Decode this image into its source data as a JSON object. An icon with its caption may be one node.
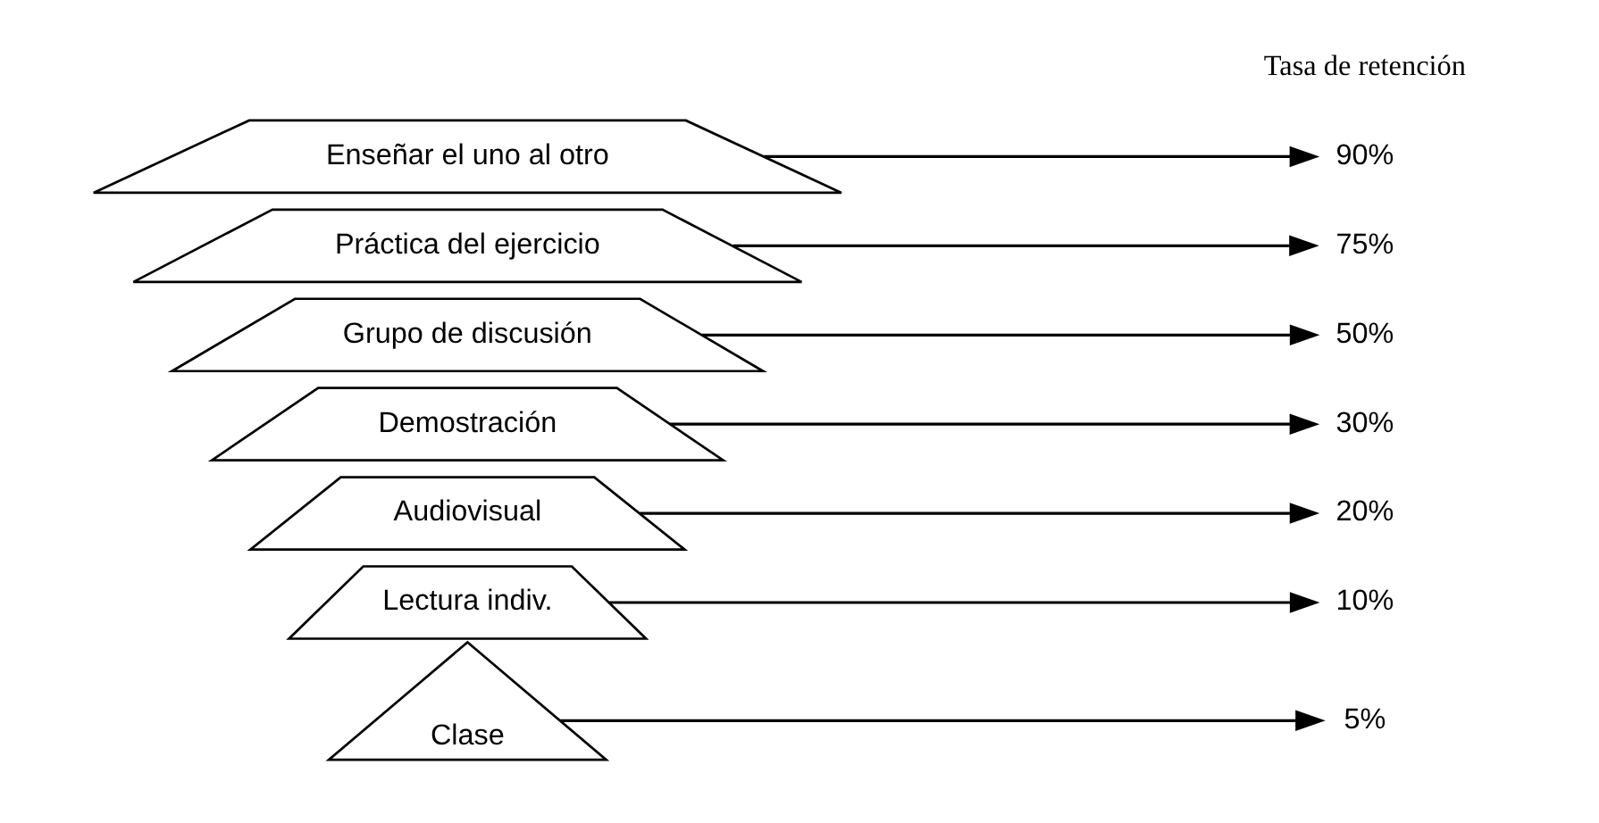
{
  "diagram": {
    "nodes": [
      {
        "text": [
          "Clase"
        ]
      },
      {
        "text": [
          "Lectura indiv."
        ]
      },
      {
        "text": [
          "Audiovisual"
        ]
      },
      {
        "text": [
          "Demostración"
        ]
      },
      {
        "text": [
          "Grupo de discusión"
        ]
      },
      {
        "text": [
          "Práctica del ejercicio"
        ]
      },
      {
        "text": [
          "Enseñar el uno al otro"
        ]
      },
      {
        "text": [
          "5%"
        ]
      },
      {
        "text": [
          "10%"
        ]
      },
      {
        "text": [
          "20%"
        ]
      },
      {
        "text": [
          "30%"
        ]
      },
      {
        "text": [
          "50%"
        ]
      },
      {
        "text": [
          "75%"
        ]
      },
      {
        "text": [
          "90%"
        ]
      }
    ],
    "edges": [
      {
        "from": 0,
        "to": 7,
        "arrow": "to"
      },
      {
        "from": 1,
        "to": 8,
        "arrow": "to"
      },
      {
        "from": 2,
        "to": 9,
        "arrow": "to"
      },
      {
        "from": 3,
        "to": 10,
        "arrow": "to"
      },
      {
        "from": 4,
        "to": 11,
        "arrow": "to"
      },
      {
        "from": 5,
        "to": 12,
        "arrow": "to"
      },
      {
        "from": 6,
        "to": 13,
        "arrow": "to"
      }
    ],
    "labels": [
      "Tasa de retención"
    ]
  }
}
